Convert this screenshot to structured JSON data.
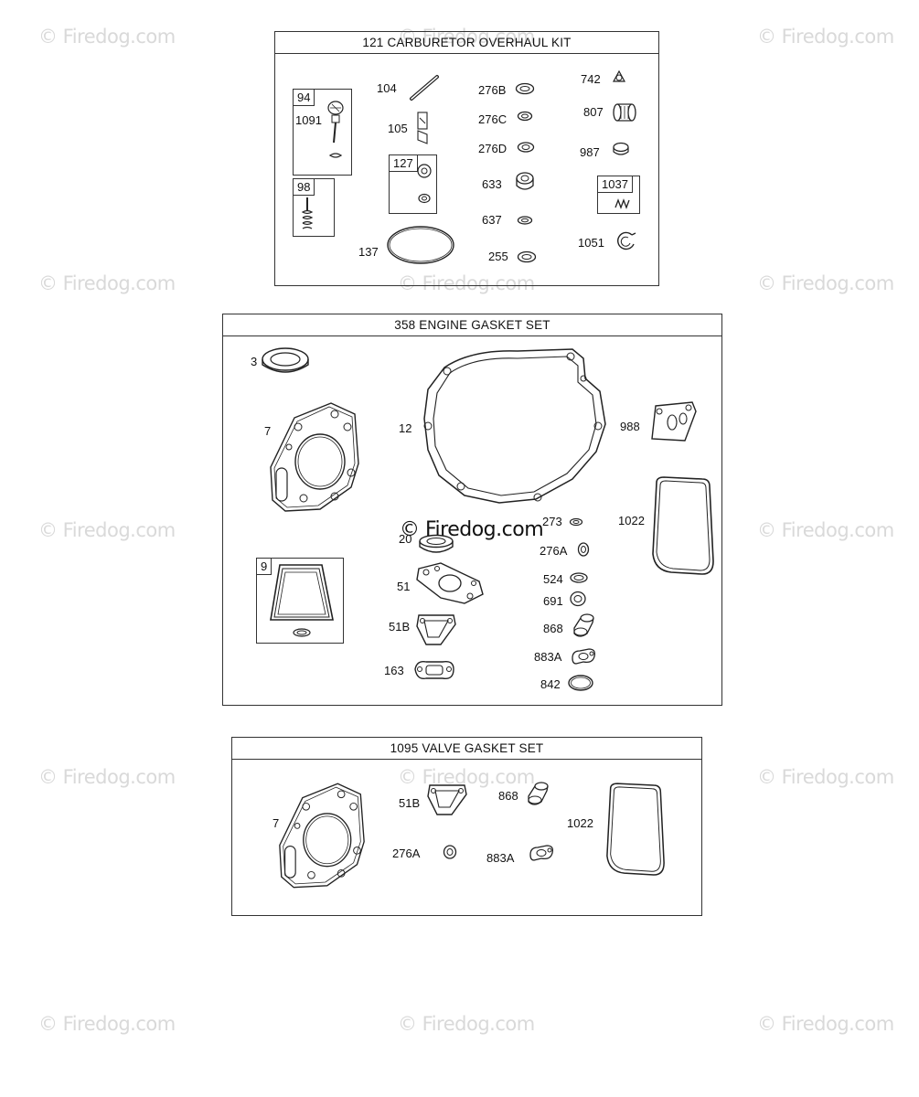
{
  "watermark": "© Firedog.com",
  "kits": {
    "carb": {
      "title": "121 CARBURETOR OVERHAUL KIT",
      "sub94": "94",
      "sub1091": "1091",
      "sub98": "98",
      "sub127": "127",
      "sub1037": "1037",
      "labels": {
        "p104": "104",
        "p105": "105",
        "p137": "137",
        "p276b": "276B",
        "p276c": "276C",
        "p276d": "276D",
        "p633": "633",
        "p637": "637",
        "p255": "255",
        "p742": "742",
        "p807": "807",
        "p987": "987",
        "p1051": "1051"
      }
    },
    "engine": {
      "title": "358 ENGINE GASKET SET",
      "sub9": "9",
      "labels": {
        "p3": "3",
        "p7": "7",
        "p12": "12",
        "p988": "988",
        "p20": "20",
        "p273": "273",
        "p276a": "276A",
        "p1022": "1022",
        "p51": "51",
        "p524": "524",
        "p691": "691",
        "p51b": "51B",
        "p868": "868",
        "p883a": "883A",
        "p163": "163",
        "p842": "842"
      }
    },
    "valve": {
      "title": "1095 VALVE GASKET SET",
      "labels": {
        "p7": "7",
        "p51b": "51B",
        "p868": "868",
        "p1022": "1022",
        "p276a": "276A",
        "p883a": "883A"
      }
    }
  }
}
